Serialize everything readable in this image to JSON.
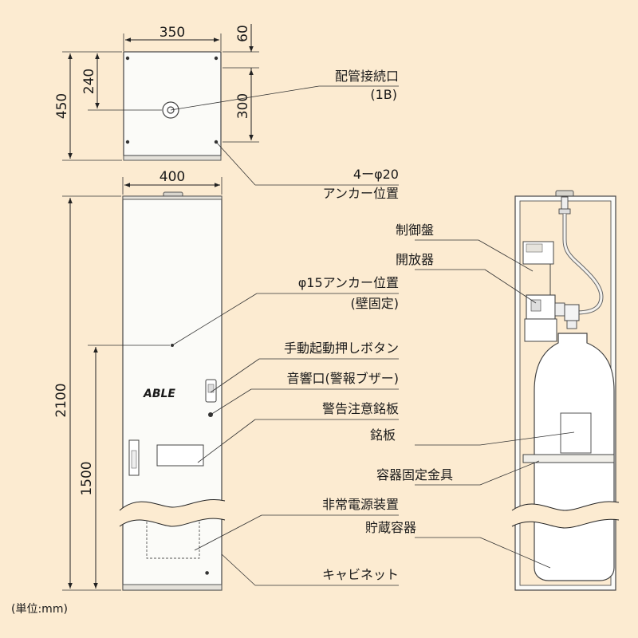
{
  "colors": {
    "background": "#fcebd1",
    "line": "#222222",
    "cabinet": "#fbfbf8"
  },
  "dimensions": {
    "top_width": "350",
    "top_offset": "60",
    "top_depth": "450",
    "pipe_from_front": "240",
    "anchor_spacing": "300",
    "cabinet_width": "400",
    "cabinet_height": "2100",
    "anchor_height": "1500"
  },
  "brand": "ABLE",
  "unit": "(単位:mm)",
  "labels": {
    "pipe_connection": "配管接続口",
    "pipe_connection_size": "(1B)",
    "anchor_holes": "4ーφ20",
    "anchor_position": "アンカー位置",
    "wall_anchor": "φ15アンカー位置",
    "wall_fix": "(壁固定)",
    "manual_button": "手動起動押しボタン",
    "sound_port": "音響口(警報ブザー)",
    "warning_plate": "警告注意銘板",
    "emergency_power": "非常電源装置",
    "cabinet": "キャビネット",
    "control_panel": "制御盤",
    "release_device": "開放器",
    "nameplate": "銘板",
    "container_bracket": "容器固定金具",
    "storage_container": "貯蔵容器"
  }
}
